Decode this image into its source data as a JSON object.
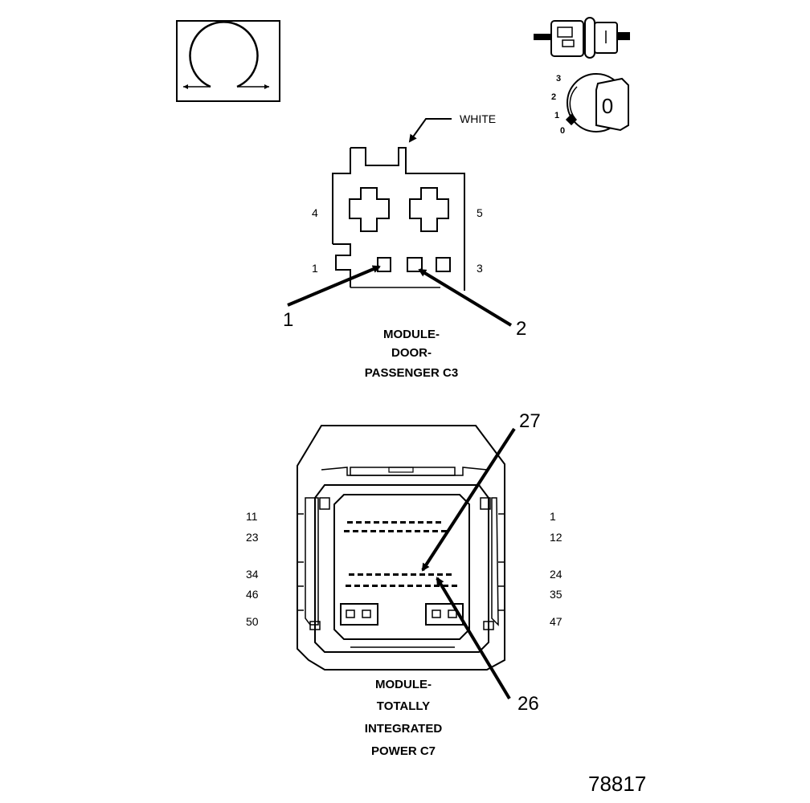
{
  "symbols": {
    "resistance_icon": "ohm-symbol-icon",
    "connector_icon": "inline-connector-icon",
    "ignition_icon": "ignition-key-icon",
    "ignition_positions": [
      "3",
      "2",
      "1",
      "0"
    ],
    "key_letter": "0"
  },
  "connector_c3": {
    "color_label": "WHITE",
    "pin_labels": {
      "top_left": "4",
      "top_right": "5",
      "bottom_left": "1",
      "bottom_right": "3"
    },
    "callouts": [
      "1",
      "2"
    ],
    "title_lines": [
      "MODULE-",
      "DOOR-",
      "PASSENGER C3"
    ]
  },
  "connector_c7": {
    "left_pin_labels": [
      "11",
      "23",
      "34",
      "46",
      "50"
    ],
    "right_pin_labels": [
      "1",
      "12",
      "24",
      "35",
      "47"
    ],
    "callouts": [
      "27",
      "26"
    ],
    "title_lines": [
      "MODULE-",
      "TOTALLY",
      "INTEGRATED",
      "POWER C7"
    ]
  },
  "figure_number": "78817"
}
